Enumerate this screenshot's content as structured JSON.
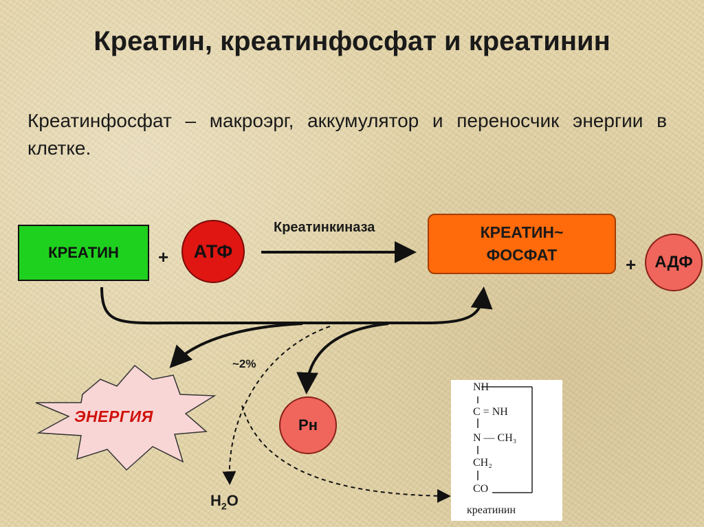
{
  "title": "Креатин, креатинфосфат и креатинин",
  "subtitle": "Креатинфосфат – макроэрг, аккумулятор и переносчик энергии в клетке.",
  "nodes": {
    "kreatin": "КРЕАТИН",
    "atf": "АТФ",
    "kreatinfosfat_line1": "КРЕАТИН~",
    "kreatinfosfat_line2": "ФОСФАТ",
    "adf": "АДФ",
    "energy": "ЭНЕРГИЯ",
    "pn": "Рн",
    "water_main": "H",
    "water_sub": "2",
    "water_tail": "O"
  },
  "plus": "+",
  "enzyme": "Креатинкиназа",
  "percent": "~2%",
  "formula": {
    "rows": [
      "NH",
      "C = NH",
      "N — CH₃",
      "CH₂",
      "CO"
    ],
    "caption": "креатинин"
  },
  "colors": {
    "kreatin_fill": "#1fd11f",
    "kreatinfosfat_fill": "#ff6a0b",
    "atf_fill": "#e01612",
    "adf_fill": "#f0665c",
    "energy_fill": "#f9d6d6",
    "energy_text": "#d0110b"
  }
}
